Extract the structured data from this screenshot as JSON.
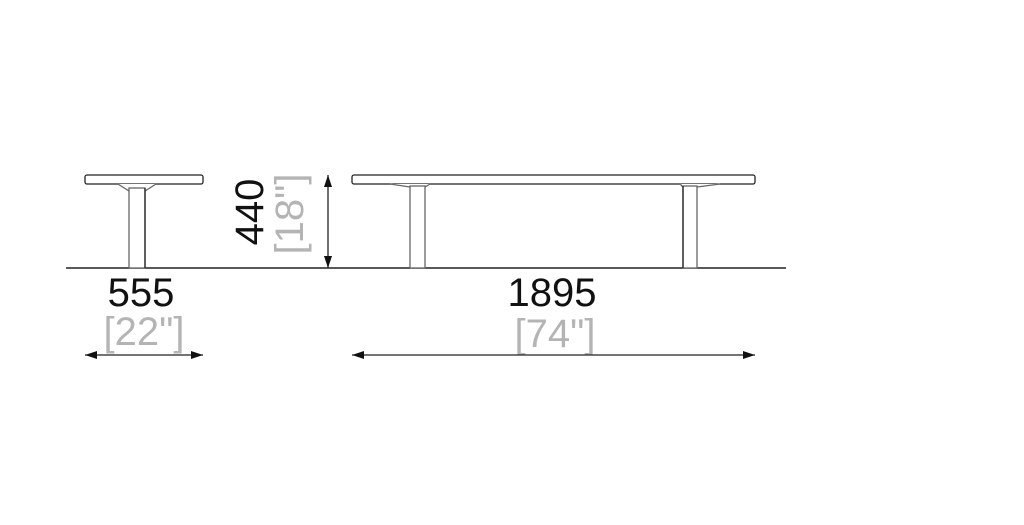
{
  "drawing": {
    "depth": {
      "mm": "555",
      "inches": "[22\"]"
    },
    "height": {
      "mm": "440",
      "inches": "[18\"]"
    },
    "length": {
      "mm": "1895",
      "inches": "[74\"]"
    }
  },
  "colors": {
    "line": "#222222",
    "imperial_text": "#b4b4b4"
  }
}
